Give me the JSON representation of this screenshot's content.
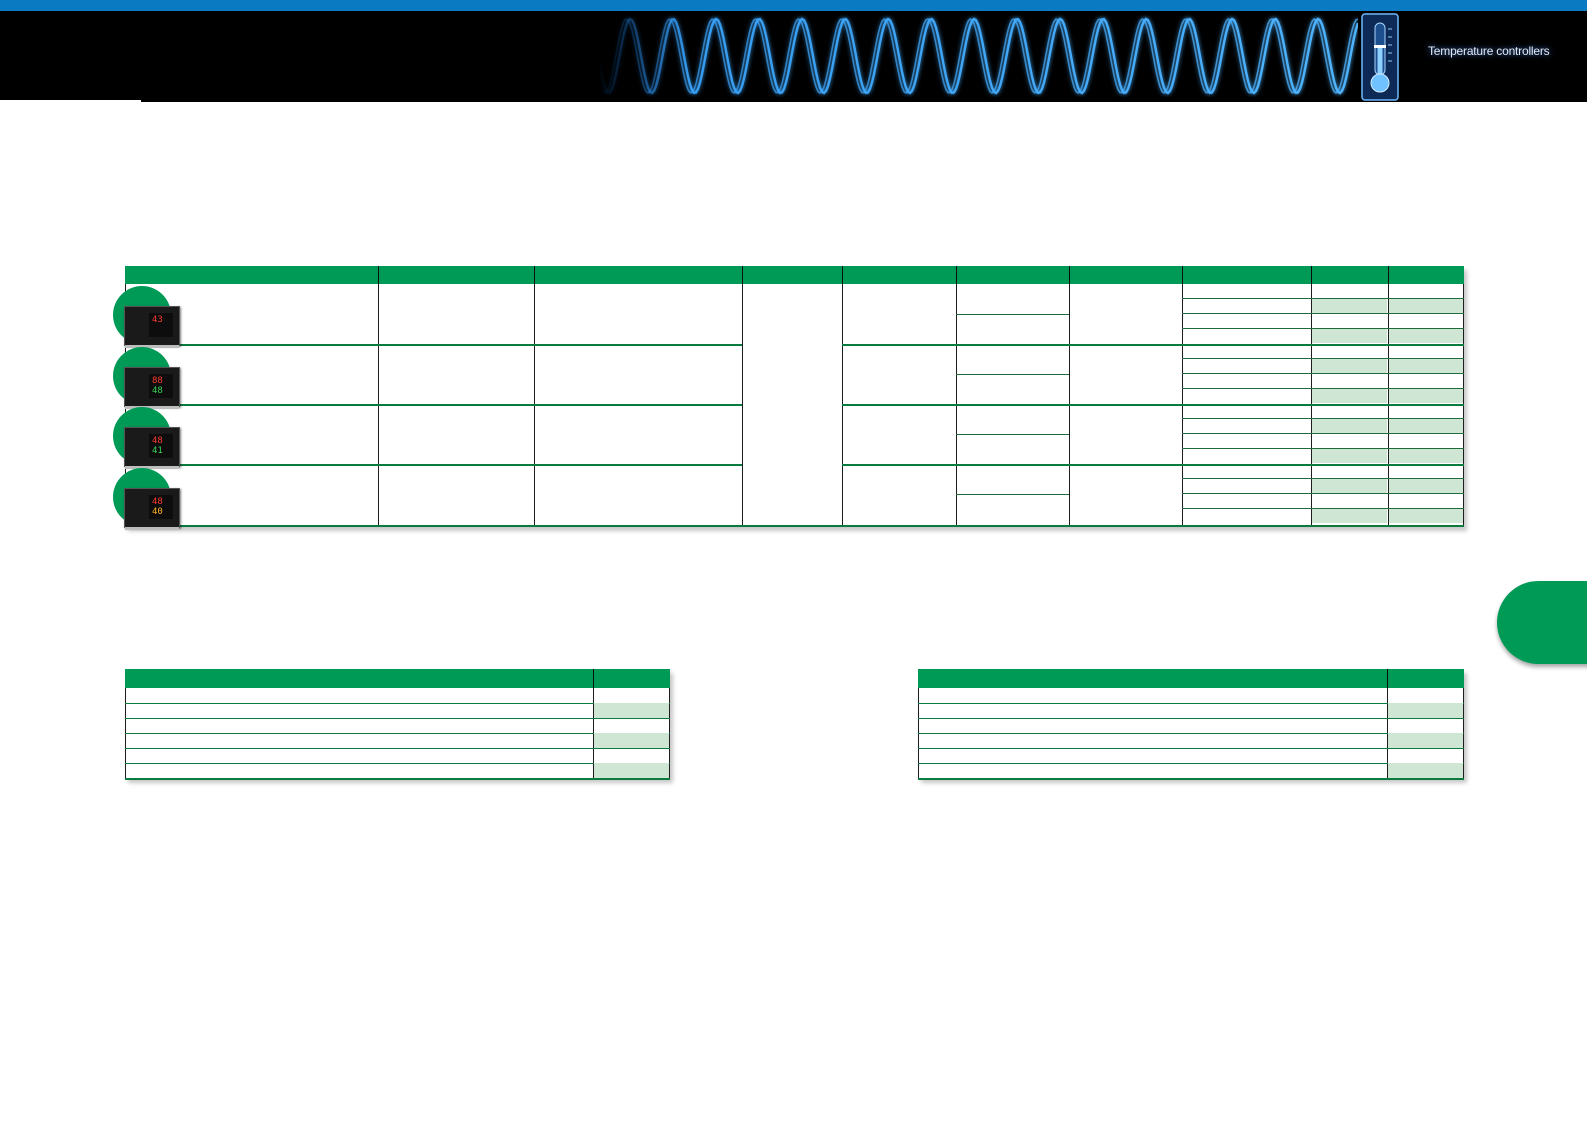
{
  "header": {
    "title": "Temperature controllers",
    "colors": {
      "top_strip": "#0a7ac2",
      "band": "#000000",
      "wave": "#3aa6ff",
      "accent_green": "#009a57",
      "shade_green": "#cfe6d4"
    },
    "icons": [
      "sine-wave-graphic",
      "thermometer-icon"
    ]
  },
  "main_table": {
    "rows": [
      {
        "display_top": "43",
        "display_bottom": "",
        "top_color": "#ff3b2f",
        "bottom_color": "#39d353"
      },
      {
        "display_top": "88",
        "display_bottom": "48",
        "top_color": "#ff3b2f",
        "bottom_color": "#39d353"
      },
      {
        "display_top": "48",
        "display_bottom": "41",
        "top_color": "#ff3b2f",
        "bottom_color": "#39d353"
      },
      {
        "display_top": "48",
        "display_bottom": "40",
        "top_color": "#ff3b2f",
        "bottom_color": "#ffb21f"
      }
    ]
  },
  "side_tab": {
    "color": "#009a57"
  }
}
